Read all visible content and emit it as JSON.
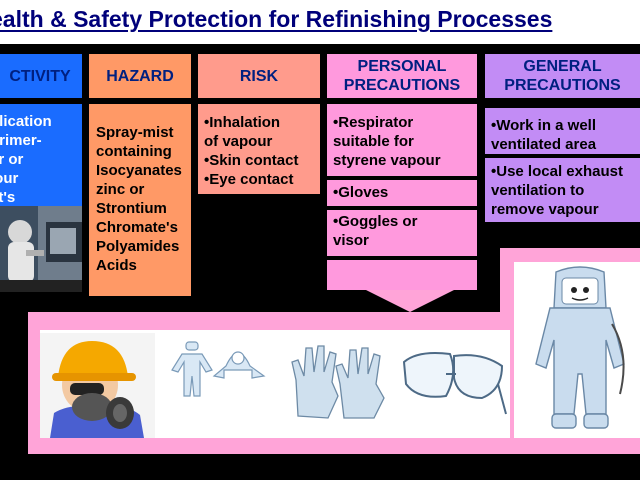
{
  "title": "ealth & Safety Protection for Refinishing Processes",
  "headers": {
    "activity": "CTIVITY",
    "hazard": "HAZARD",
    "risk": "RISK",
    "personal": "PERSONAL\nPRECAUTIONS",
    "general": "GENERAL\nPRECAUTIONS"
  },
  "activity_text": "plication\n primer-\ner or\nlour\nat's",
  "hazard_text": "Spray-mist\ncontaining\nIsocyanates\nzinc or\nStrontium\nChromate's\nPolyamides\nAcids",
  "risk_text": "•Inhalation\n  of vapour\n•Skin contact\n•Eye contact",
  "personal": {
    "respirator": "•Respirator\n  suitable for\n  styrene vapour",
    "gloves": "•Gloves",
    "goggles": "•Goggles or\n  visor"
  },
  "general": {
    "ventilated": "•Work in a well\n  ventilated area",
    "exhaust": "•Use local exhaust\n  ventilation to\n  remove vapour"
  },
  "colors": {
    "title": "#00007a",
    "header_text": "#002080",
    "activity": "#1a6cff",
    "hazard": "#ff9966",
    "risk": "#ff9b8c",
    "personal": "#ff99dd",
    "general": "#c28cf5",
    "ppe_band": "#ffa4d8"
  },
  "illustrations": [
    "worker-respirator-icon",
    "coverall-suit-icon",
    "gloves-icon",
    "goggles-icon",
    "full-protective-suit-icon"
  ]
}
